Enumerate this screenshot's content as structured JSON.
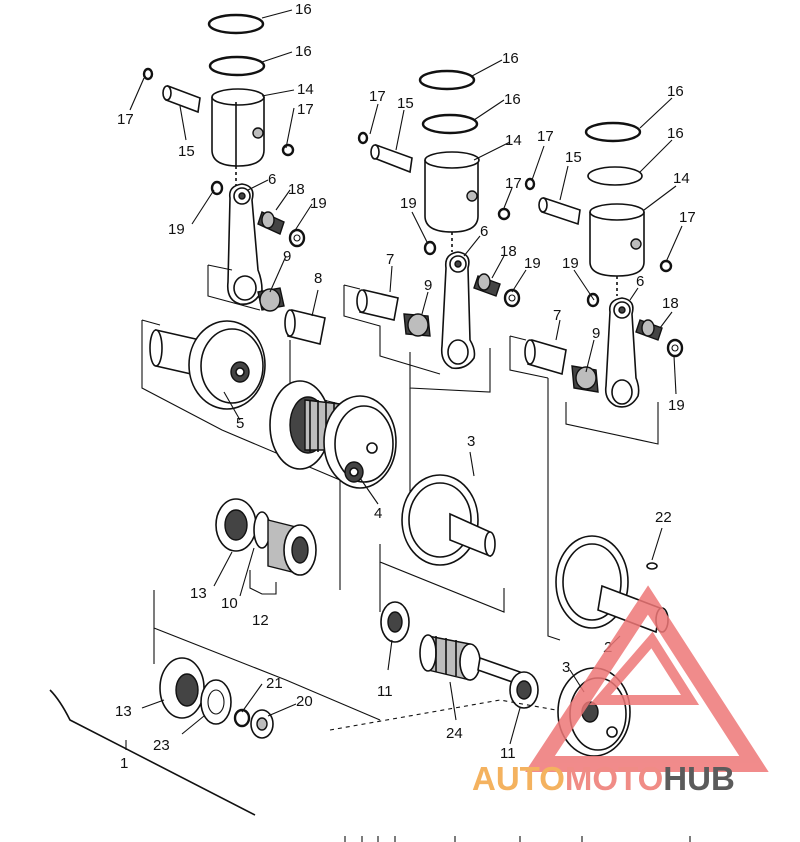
{
  "diagram": {
    "callouts": [
      {
        "id": "c16a",
        "text": "16"
      },
      {
        "id": "c16b",
        "text": "16"
      },
      {
        "id": "c17a",
        "text": "17"
      },
      {
        "id": "c15a",
        "text": "15"
      },
      {
        "id": "c14a",
        "text": "14"
      },
      {
        "id": "c17b",
        "text": "17"
      },
      {
        "id": "c6a",
        "text": "6"
      },
      {
        "id": "c18a",
        "text": "18"
      },
      {
        "id": "c19a",
        "text": "19"
      },
      {
        "id": "c19b",
        "text": "19"
      },
      {
        "id": "c9a",
        "text": "9"
      },
      {
        "id": "c8a",
        "text": "8"
      },
      {
        "id": "c5a",
        "text": "5"
      },
      {
        "id": "c16c",
        "text": "16"
      },
      {
        "id": "c16d",
        "text": "16"
      },
      {
        "id": "c17c",
        "text": "17"
      },
      {
        "id": "c15b",
        "text": "15"
      },
      {
        "id": "c14b",
        "text": "14"
      },
      {
        "id": "c17d",
        "text": "17"
      },
      {
        "id": "c19c",
        "text": "19"
      },
      {
        "id": "c6b",
        "text": "6"
      },
      {
        "id": "c18b",
        "text": "18"
      },
      {
        "id": "c19d",
        "text": "19"
      },
      {
        "id": "c7a",
        "text": "7"
      },
      {
        "id": "c9b",
        "text": "9"
      },
      {
        "id": "c4a",
        "text": "4"
      },
      {
        "id": "c3a",
        "text": "3"
      },
      {
        "id": "c16e",
        "text": "16"
      },
      {
        "id": "c16f",
        "text": "16"
      },
      {
        "id": "c17e",
        "text": "17"
      },
      {
        "id": "c15c",
        "text": "15"
      },
      {
        "id": "c14c",
        "text": "14"
      },
      {
        "id": "c17f",
        "text": "17"
      },
      {
        "id": "c19e",
        "text": "19"
      },
      {
        "id": "c6c",
        "text": "6"
      },
      {
        "id": "c18c",
        "text": "18"
      },
      {
        "id": "c7b",
        "text": "7"
      },
      {
        "id": "c9c",
        "text": "9"
      },
      {
        "id": "c19f",
        "text": "19"
      },
      {
        "id": "c22a",
        "text": "22"
      },
      {
        "id": "c2a",
        "text": "2"
      },
      {
        "id": "c3b",
        "text": "3"
      },
      {
        "id": "c13a",
        "text": "13"
      },
      {
        "id": "c10a",
        "text": "10"
      },
      {
        "id": "c12a",
        "text": "12"
      },
      {
        "id": "c13b",
        "text": "13"
      },
      {
        "id": "c21a",
        "text": "21"
      },
      {
        "id": "c20a",
        "text": "20"
      },
      {
        "id": "c23a",
        "text": "23"
      },
      {
        "id": "c1a",
        "text": "1"
      },
      {
        "id": "c11a",
        "text": "11"
      },
      {
        "id": "c24a",
        "text": "24"
      },
      {
        "id": "c11b",
        "text": "11"
      }
    ]
  },
  "watermark": {
    "part1": "AUTO",
    "part2": "MOTO",
    "part3": "HUB",
    "colors": {
      "auto": "#f4b25f",
      "moto": "#f08c86",
      "hub": "#5b5b5b",
      "logo": "#ee7777"
    }
  }
}
